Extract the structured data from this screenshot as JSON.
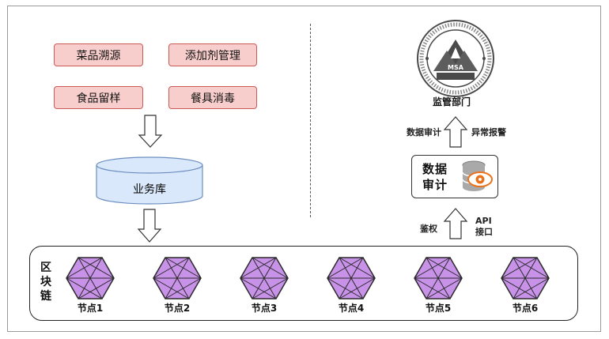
{
  "left_panel": {
    "boxes": [
      "菜品溯源",
      "添加剂管理",
      "食品留样",
      "餐具消毒"
    ],
    "database_label": "业务库"
  },
  "right_panel": {
    "department_label": "监管部门",
    "emblem_text": "MSA",
    "audit_label_line1": "数据",
    "audit_label_line2": "审计",
    "upper_left_label": "数据审计",
    "upper_right_label": "异常报警",
    "lower_left_label": "鉴权",
    "lower_right_line1": "API",
    "lower_right_line2": "接口"
  },
  "blockchain": {
    "label_chars": [
      "区",
      "块",
      "链"
    ],
    "nodes": [
      "节点1",
      "节点2",
      "节点3",
      "节点4",
      "节点5",
      "节点6"
    ]
  },
  "colors": {
    "box_fill": "#f8cecc",
    "box_border": "#c95b57",
    "database_fill": "#dae8fc",
    "node_fill": "#c792e8"
  }
}
